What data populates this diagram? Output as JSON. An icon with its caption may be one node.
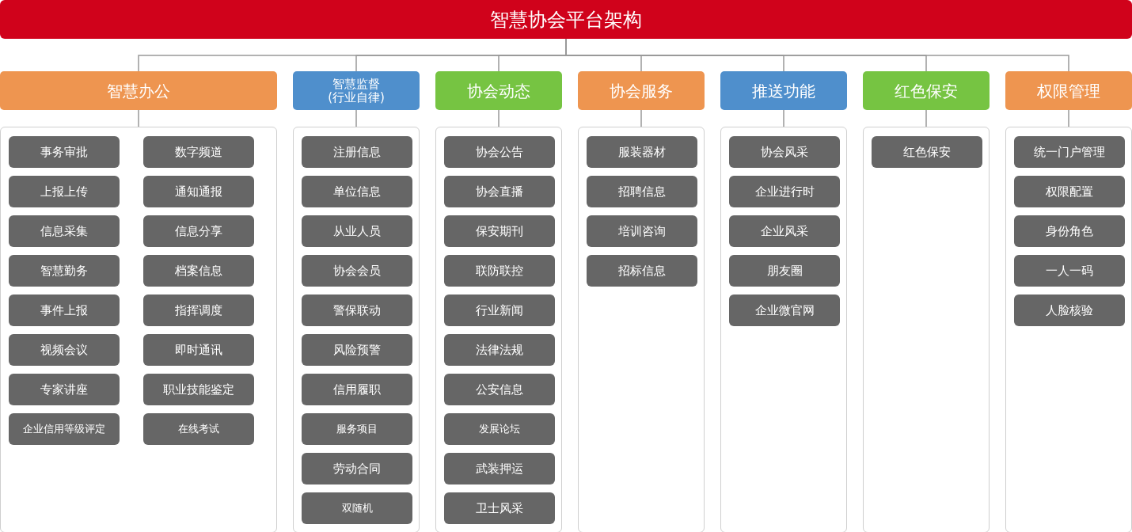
{
  "diagram": {
    "title": "智慧协会平台架构",
    "nodes": [
      {
        "text": [
          "智慧办公"
        ]
      },
      {
        "text": [],
        "shape": "box"
      },
      {
        "text": [
          "事务审批"
        ],
        "in": 1
      },
      {
        "text": [
          "数字频道"
        ],
        "in": 1
      },
      {
        "text": [
          "上报上传"
        ],
        "in": 1
      },
      {
        "text": [
          "通知通报"
        ],
        "in": 1
      },
      {
        "text": [
          "信息采集"
        ],
        "in": 1
      },
      {
        "text": [
          "信息分享"
        ],
        "in": 1
      },
      {
        "text": [
          "智慧勤务"
        ],
        "in": 1
      },
      {
        "text": [
          "档案信息"
        ],
        "in": 1
      },
      {
        "text": [
          "事件上报"
        ],
        "in": 1
      },
      {
        "text": [
          "指挥调度"
        ],
        "in": 1
      },
      {
        "text": [
          "视频会议"
        ],
        "in": 1
      },
      {
        "text": [
          "即时通讯"
        ],
        "in": 1
      },
      {
        "text": [
          "专家讲座"
        ],
        "in": 1
      },
      {
        "text": [
          "职业技能鉴定"
        ],
        "in": 1
      },
      {
        "text": [
          "企业信用等级评定"
        ],
        "in": 1
      },
      {
        "text": [
          "在线考试"
        ],
        "in": 1
      },
      {
        "text": [
          "智慧监督(行业自律)"
        ]
      },
      {
        "text": [],
        "shape": "box"
      },
      {
        "text": [
          "注册信息"
        ],
        "in": 19
      },
      {
        "text": [
          "单位信息"
        ],
        "in": 19
      },
      {
        "text": [
          "从业人员"
        ],
        "in": 19
      },
      {
        "text": [
          "协会会员"
        ],
        "in": 19
      },
      {
        "text": [
          "警保联动"
        ],
        "in": 19
      },
      {
        "text": [
          "风险预警"
        ],
        "in": 19
      },
      {
        "text": [
          "信用履职"
        ],
        "in": 19
      },
      {
        "text": [
          "服务项目"
        ],
        "in": 19
      },
      {
        "text": [
          "劳动合同"
        ],
        "in": 19
      },
      {
        "text": [
          "双随机"
        ],
        "in": 19
      },
      {
        "text": [
          "协会动态"
        ]
      },
      {
        "text": [],
        "shape": "box"
      },
      {
        "text": [
          "协会公告"
        ],
        "in": 31
      },
      {
        "text": [
          "协会直播"
        ],
        "in": 31
      },
      {
        "text": [
          "保安期刊"
        ],
        "in": 31
      },
      {
        "text": [
          "联防联控"
        ],
        "in": 31
      },
      {
        "text": [
          "行业新闻"
        ],
        "in": 31
      },
      {
        "text": [
          "法律法规"
        ],
        "in": 31
      },
      {
        "text": [
          "公安信息"
        ],
        "in": 31
      },
      {
        "text": [
          "发展论坛"
        ],
        "in": 31
      },
      {
        "text": [
          "武装押运"
        ],
        "in": 31
      },
      {
        "text": [
          "卫士风采"
        ],
        "in": 31
      },
      {
        "text": [
          "协会服务"
        ]
      },
      {
        "text": [],
        "shape": "box"
      },
      {
        "text": [
          "服装器材"
        ],
        "in": 43
      },
      {
        "text": [
          "招聘信息"
        ],
        "in": 43
      },
      {
        "text": [
          "培训咨询"
        ],
        "in": 43
      },
      {
        "text": [
          "招标信息"
        ],
        "in": 43
      },
      {
        "text": [
          "推送功能"
        ]
      },
      {
        "text": [],
        "shape": "box"
      },
      {
        "text": [
          "协会风采"
        ],
        "in": 49
      },
      {
        "text": [
          "企业进行时"
        ],
        "in": 49
      },
      {
        "text": [
          "企业风采"
        ],
        "in": 49
      },
      {
        "text": [
          "朋友圈"
        ],
        "in": 49
      },
      {
        "text": [
          "企业微官网"
        ],
        "in": 49
      },
      {
        "text": [
          "红色保安"
        ]
      },
      {
        "text": [],
        "shape": "box"
      },
      {
        "text": [
          "红色保安"
        ],
        "in": 56
      },
      {
        "text": [
          "权限管理"
        ]
      },
      {
        "text": [],
        "shape": "box"
      },
      {
        "text": [
          "统一门户管理"
        ],
        "in": 59
      },
      {
        "text": [
          "权限配置"
        ],
        "in": 59
      },
      {
        "text": [
          "身份角色"
        ],
        "in": 59
      },
      {
        "text": [
          "一人一码"
        ],
        "in": 59
      },
      {
        "text": [
          "人脸核验"
        ],
        "in": 59
      }
    ],
    "edges": [
      {
        "from": null,
        "to": 0,
        "arrow": "none"
      },
      {
        "from": null,
        "to": 18,
        "arrow": "none"
      },
      {
        "from": null,
        "to": 30,
        "arrow": "none"
      },
      {
        "from": null,
        "to": 42,
        "arrow": "none"
      },
      {
        "from": null,
        "to": 48,
        "arrow": "none"
      },
      {
        "from": null,
        "to": 55,
        "arrow": "none"
      },
      {
        "from": null,
        "to": 58,
        "arrow": "none"
      },
      {
        "from": 0,
        "to": 1,
        "arrow": "none"
      },
      {
        "from": 18,
        "to": 19,
        "arrow": "none"
      },
      {
        "from": 30,
        "to": 31,
        "arrow": "none"
      },
      {
        "from": 42,
        "to": 43,
        "arrow": "none"
      },
      {
        "from": 48,
        "to": 49,
        "arrow": "none"
      },
      {
        "from": 55,
        "to": 56,
        "arrow": "none"
      },
      {
        "from": 58,
        "to": 59,
        "arrow": "none"
      }
    ]
  }
}
